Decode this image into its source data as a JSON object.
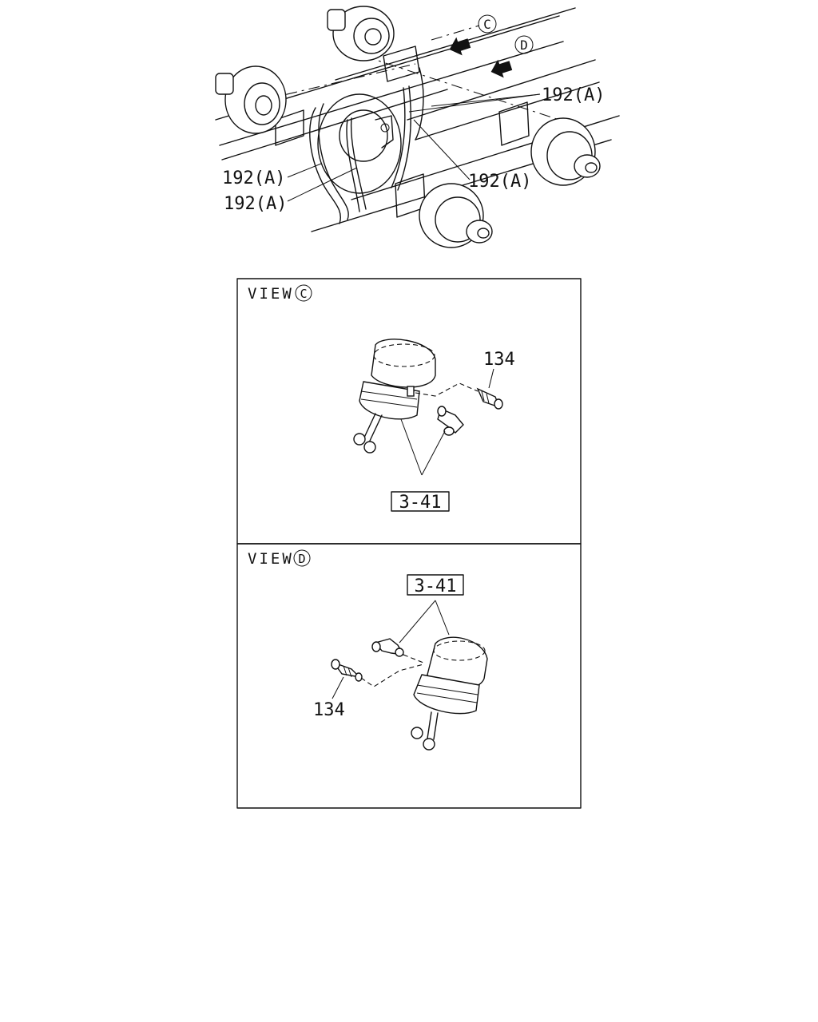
{
  "overview": {
    "arrow_c_letter": "C",
    "arrow_d_letter": "D",
    "callout_1": "192(A)",
    "callout_2": "192(A)",
    "callout_3": "192(A)",
    "callout_4": "192(A)"
  },
  "view_c": {
    "title": "VIEW",
    "letter": "C",
    "part_134": "134",
    "part_ref": "3-41"
  },
  "view_d": {
    "title": "VIEW",
    "letter": "D",
    "part_134": "134",
    "part_ref": "3-41"
  }
}
